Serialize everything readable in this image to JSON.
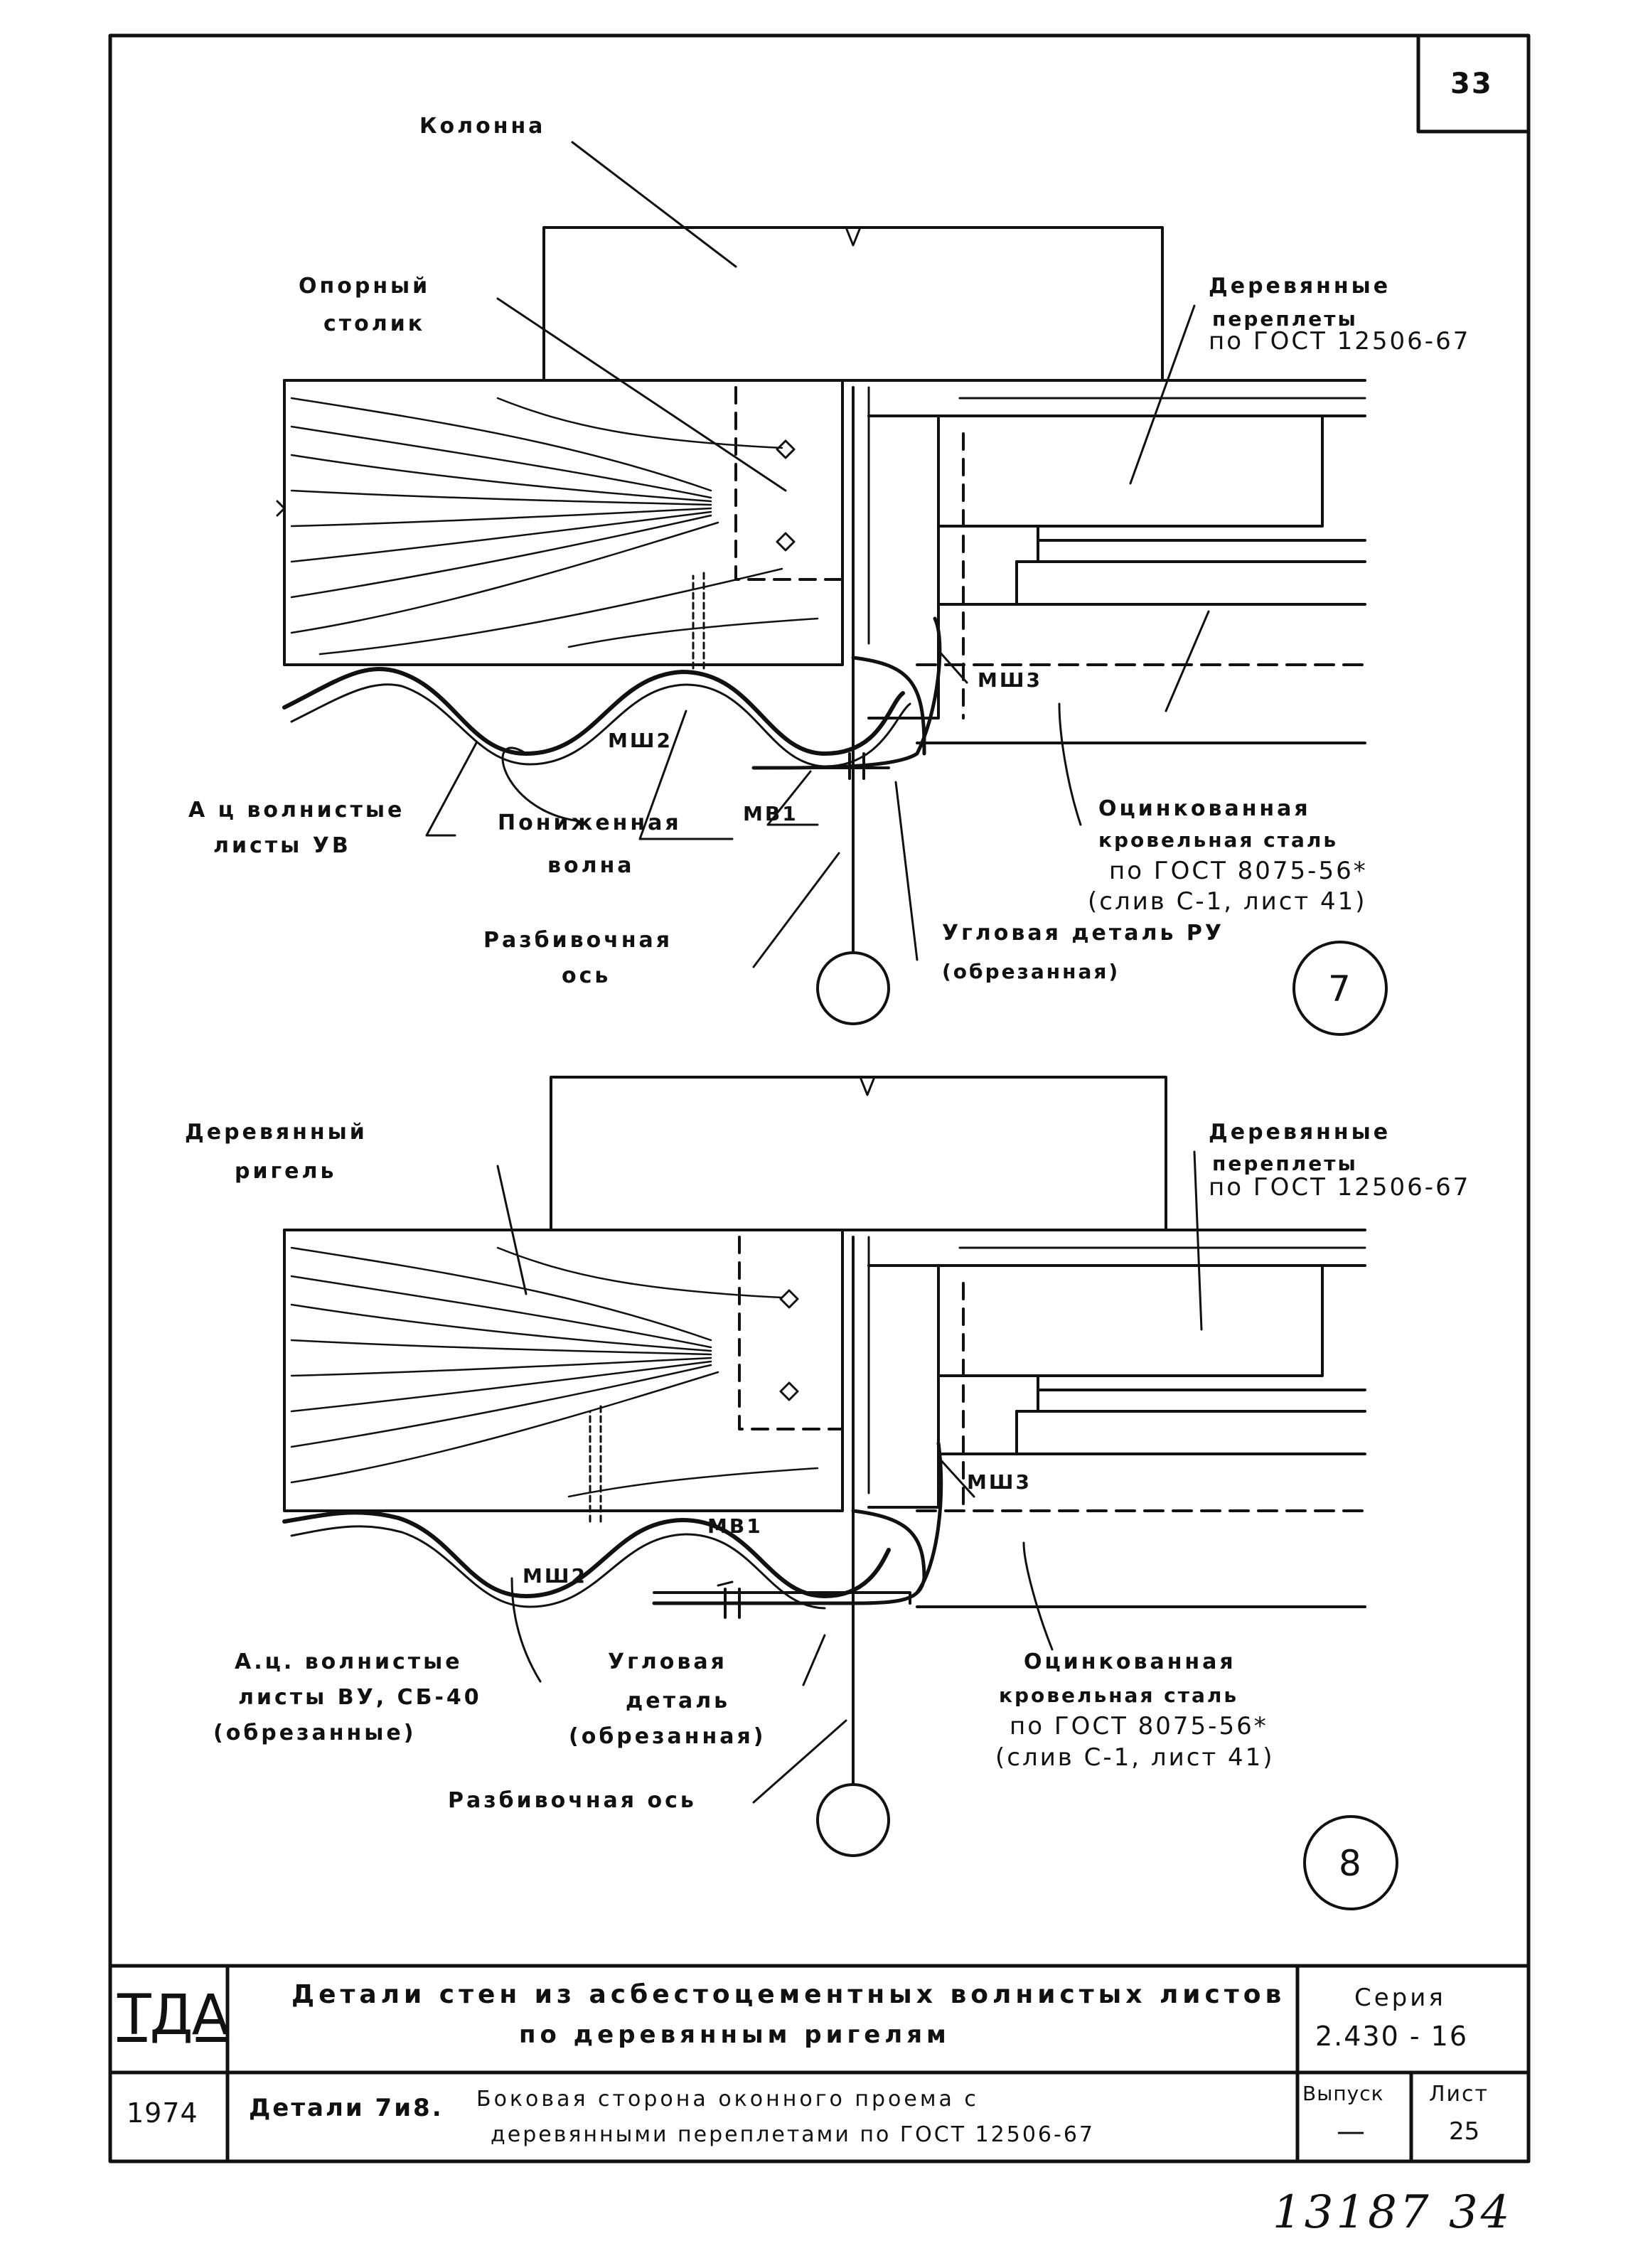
{
  "sheet_number": "33",
  "detail7": {
    "marker": "7",
    "column": "Колонна",
    "support_line1": "Опорный",
    "support_line2": "столик",
    "frames_line1": "Деревянные",
    "frames_line2": "переплеты",
    "frames_line3": "по ГОСТ 12506-67",
    "msh3": "МШ3",
    "msh2": "МШ2",
    "mv1": "МВ1",
    "sheets_line1": "А ц волнистые",
    "sheets_line2": "листы УВ",
    "lowered_line1": "Пониженная",
    "lowered_line2": "волна",
    "steel_line1": "Оцинкованная",
    "steel_line2": "кровельная сталь",
    "steel_line3": "по ГОСТ 8075-56*",
    "steel_line4": "(слив С-1, лист 41)",
    "axis_line1": "Разбивочная",
    "axis_line2": "ось",
    "corner_line1": "Угловая деталь РУ",
    "corner_line2": "(обрезанная)"
  },
  "detail8": {
    "marker": "8",
    "beam_line1": "Деревянный",
    "beam_line2": "ригель",
    "frames_line1": "Деревянные",
    "frames_line2": "переплеты",
    "frames_line3": "по ГОСТ 12506-67",
    "msh3": "МШ3",
    "msh2": "МШ2",
    "mv1": "МВ1",
    "sheets_line1": "А.ц. волнистые",
    "sheets_line2": "листы ВУ, СБ-40",
    "sheets_line3": "(обрезанные)",
    "corner_line1": "Угловая",
    "corner_line2": "деталь",
    "corner_line3": "(обрезанная)",
    "steel_line1": "Оцинкованная",
    "steel_line2": "кровельная сталь",
    "steel_line3": "по ГОСТ 8075-56*",
    "steel_line4": "(слив С-1, лист 41)",
    "axis": "Разбивочная ось"
  },
  "title_block": {
    "logo": "ТДА",
    "title_line1": "Детали стен из асбестоцементных волнистых листов",
    "title_line2": "по деревянным ригелям",
    "series_label": "Серия",
    "series_value": "2.430 - 16",
    "year": "1974",
    "details_label": "Детали 7и8.",
    "desc_line1": "Боковая сторона оконного проема с",
    "desc_line2": "деревянными переплетами по ГОСТ 12506-67",
    "issue_label": "Выпуск",
    "issue_value": "—",
    "sheet_label": "Лист",
    "sheet_value": "25"
  },
  "handwritten_note": "13187 34"
}
